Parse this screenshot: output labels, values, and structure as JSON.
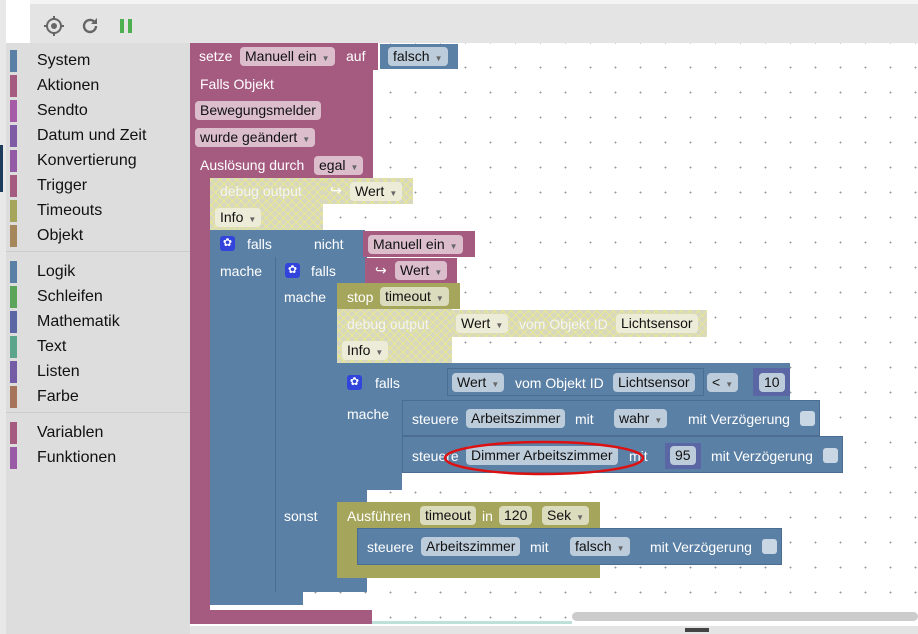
{
  "toolbar": {
    "locate": "locate-icon",
    "refresh": "refresh-icon",
    "pause": "pause-icon"
  },
  "sidebar": {
    "items": [
      {
        "label": "System",
        "color": "#5b80a5"
      },
      {
        "label": "Aktionen",
        "color": "#a55b80"
      },
      {
        "label": "Sendto",
        "color": "#a55ba5"
      },
      {
        "label": "Datum und Zeit",
        "color": "#805ba5"
      },
      {
        "label": "Konvertierung",
        "color": "#935ba5"
      },
      {
        "label": "Trigger",
        "color": "#a55b80"
      },
      {
        "label": "Timeouts",
        "color": "#a5a55b"
      },
      {
        "label": "Objekt",
        "color": "#a5875b"
      },
      {
        "label": "Logik",
        "color": "#5b80a5"
      },
      {
        "label": "Schleifen",
        "color": "#5ba55b"
      },
      {
        "label": "Mathematik",
        "color": "#5b67a5"
      },
      {
        "label": "Text",
        "color": "#5ba58c"
      },
      {
        "label": "Listen",
        "color": "#745ba5"
      },
      {
        "label": "Farbe",
        "color": "#a5745b"
      },
      {
        "label": "Variablen",
        "color": "#a55b80"
      },
      {
        "label": "Funktionen",
        "color": "#995ba5"
      }
    ]
  },
  "blocks": {
    "setze": {
      "label": "setze",
      "var": "Manuell ein",
      "auf": "auf",
      "value": "falsch"
    },
    "trigger": {
      "title": "Falls Objekt",
      "object": "Bewegungsmelder",
      "condition": "wurde geändert",
      "ausloesung": "Auslösung durch",
      "by": "egal"
    },
    "debug1": {
      "label": "debug output",
      "value": "Wert",
      "level": "Info"
    },
    "if1": {
      "falls": "falls",
      "nicht": "nicht",
      "var": "Manuell ein",
      "mache": "mache"
    },
    "if2": {
      "falls": "falls",
      "value": "Wert",
      "mache": "mache",
      "sonst": "sonst"
    },
    "stop": {
      "label": "stop",
      "timeout": "timeout"
    },
    "debug2": {
      "label": "debug output",
      "value": "Wert",
      "vom": "vom Objekt ID",
      "object": "Lichtsensor",
      "level": "Info"
    },
    "if3": {
      "falls": "falls",
      "value": "Wert",
      "vom": "vom Objekt ID",
      "object": "Lichtsensor",
      "op": "<",
      "number": "10",
      "mache": "mache"
    },
    "ctrl1": {
      "label": "steuere",
      "object": "Arbeitszimmer",
      "mit": "mit",
      "value": "wahr",
      "delay": "mit Verzögerung"
    },
    "ctrl2": {
      "label": "steuere",
      "object": "Dimmer Arbeitszimmer",
      "mit": "mit",
      "value": "95",
      "delay": "mit Verzögerung"
    },
    "timeout": {
      "label": "Ausführen",
      "name": "timeout",
      "in": "in",
      "amount": "120",
      "unit": "Sek"
    },
    "ctrl3": {
      "label": "steuere",
      "object": "Arbeitszimmer",
      "mit": "mit",
      "value": "falsch",
      "delay": "mit Verzögerung"
    }
  },
  "annotation_color": "#dd1111"
}
